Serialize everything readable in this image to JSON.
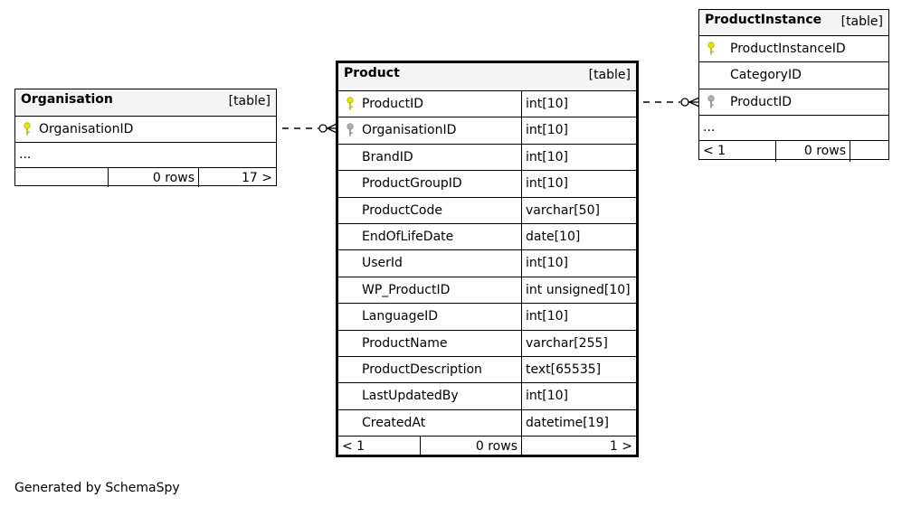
{
  "footer_text": "Generated by SchemaSpy",
  "colors": {
    "primary_key": "#e6e600",
    "foreign_key": "#b0b0b0",
    "header_bg": "#f4f4f4"
  },
  "tables": {
    "organisation": {
      "name": "Organisation",
      "kind": "[table]",
      "columns": [
        {
          "name": "OrganisationID",
          "key": "primary"
        }
      ],
      "ellipsis": "...",
      "footer": {
        "parents": "",
        "rows": "0 rows",
        "children": "17 >"
      }
    },
    "product": {
      "name": "Product",
      "kind": "[table]",
      "columns": [
        {
          "name": "ProductID",
          "type": "int[10]",
          "key": "primary"
        },
        {
          "name": "OrganisationID",
          "type": "int[10]",
          "key": "foreign"
        },
        {
          "name": "BrandID",
          "type": "int[10]",
          "key": ""
        },
        {
          "name": "ProductGroupID",
          "type": "int[10]",
          "key": ""
        },
        {
          "name": "ProductCode",
          "type": "varchar[50]",
          "key": ""
        },
        {
          "name": "EndOfLifeDate",
          "type": "date[10]",
          "key": ""
        },
        {
          "name": "UserId",
          "type": "int[10]",
          "key": ""
        },
        {
          "name": "WP_ProductID",
          "type": "int unsigned[10]",
          "key": ""
        },
        {
          "name": "LanguageID",
          "type": "int[10]",
          "key": ""
        },
        {
          "name": "ProductName",
          "type": "varchar[255]",
          "key": ""
        },
        {
          "name": "ProductDescription",
          "type": "text[65535]",
          "key": ""
        },
        {
          "name": "LastUpdatedBy",
          "type": "int[10]",
          "key": ""
        },
        {
          "name": "CreatedAt",
          "type": "datetime[19]",
          "key": ""
        }
      ],
      "footer": {
        "parents": "< 1",
        "rows": "0 rows",
        "children": "1 >"
      }
    },
    "productinstance": {
      "name": "ProductInstance",
      "kind": "[table]",
      "columns": [
        {
          "name": "ProductInstanceID",
          "key": "primary"
        },
        {
          "name": "CategoryID",
          "key": ""
        },
        {
          "name": "ProductID",
          "key": "foreign"
        }
      ],
      "ellipsis": "...",
      "footer": {
        "parents": "< 1",
        "rows": "0 rows",
        "children": ""
      }
    }
  }
}
